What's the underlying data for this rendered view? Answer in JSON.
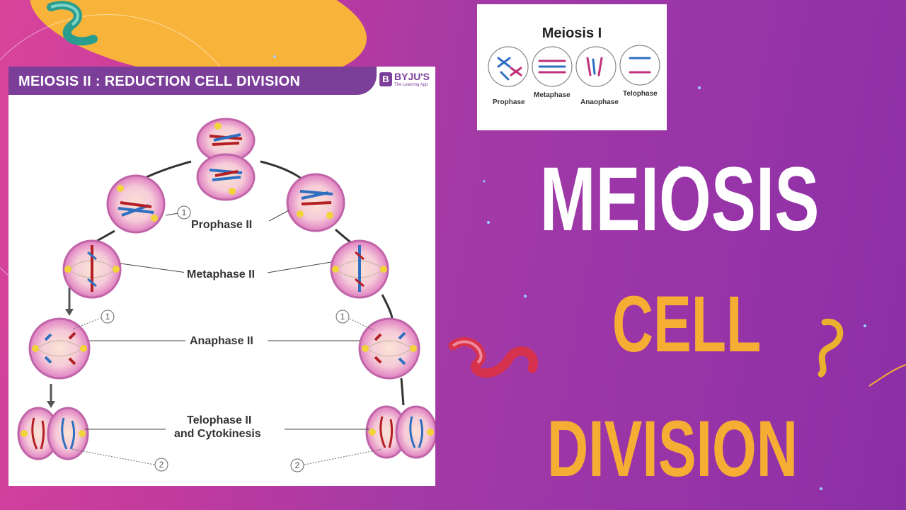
{
  "diagram": {
    "title": "MEIOSIS II : REDUCTION CELL DIVISION",
    "brand_letter": "B",
    "brand_name": "BYJU'S",
    "brand_tagline": "The Learning App",
    "stages": {
      "prophase": "Prophase II",
      "metaphase": "Metaphase II",
      "anaphase": "Anaphase II",
      "telophase_line1": "Telophase II",
      "telophase_line2": "and Cytokinesis"
    },
    "markers": [
      "1",
      "1",
      "1",
      "2",
      "2"
    ]
  },
  "inset": {
    "title": "Meiosis I",
    "labels": [
      "Prophase",
      "Metaphase",
      "Anaophase",
      "Telophase"
    ]
  },
  "headline": {
    "line1": "MEIOSIS",
    "line2": "CELL",
    "line3": "DIVISION"
  },
  "colors": {
    "background_pink": "#d9449a",
    "background_purple": "#8b2fa6",
    "accent_yellow": "#f6ad34",
    "header_purple": "#7b3f9a",
    "cell_pink": "#e48cc8"
  }
}
